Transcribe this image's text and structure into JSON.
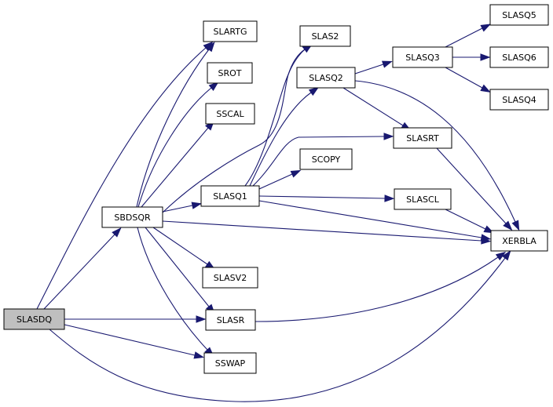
{
  "graph": {
    "nodes": [
      {
        "id": "SLASDQ",
        "label": "SLASDQ",
        "root": true
      },
      {
        "id": "SBDSQR",
        "label": "SBDSQR"
      },
      {
        "id": "SLARTG",
        "label": "SLARTG"
      },
      {
        "id": "SROT",
        "label": "SROT"
      },
      {
        "id": "SSCAL",
        "label": "SSCAL"
      },
      {
        "id": "SLASQ1",
        "label": "SLASQ1"
      },
      {
        "id": "SLASV2",
        "label": "SLASV2"
      },
      {
        "id": "SLASR",
        "label": "SLASR"
      },
      {
        "id": "SSWAP",
        "label": "SSWAP"
      },
      {
        "id": "SLAS2",
        "label": "SLAS2"
      },
      {
        "id": "SLASQ2",
        "label": "SLASQ2"
      },
      {
        "id": "SCOPY",
        "label": "SCOPY"
      },
      {
        "id": "SLASRT",
        "label": "SLASRT"
      },
      {
        "id": "SLASCL",
        "label": "SLASCL"
      },
      {
        "id": "SLASQ3",
        "label": "SLASQ3"
      },
      {
        "id": "SLASQ5",
        "label": "SLASQ5"
      },
      {
        "id": "SLASQ6",
        "label": "SLASQ6"
      },
      {
        "id": "SLASQ4",
        "label": "SLASQ4"
      },
      {
        "id": "XERBLA",
        "label": "XERBLA"
      }
    ],
    "edges": [
      [
        "SLASDQ",
        "SBDSQR"
      ],
      [
        "SLASDQ",
        "SLARTG"
      ],
      [
        "SLASDQ",
        "SLASR"
      ],
      [
        "SLASDQ",
        "SSWAP"
      ],
      [
        "SLASDQ",
        "XERBLA"
      ],
      [
        "SBDSQR",
        "SLARTG"
      ],
      [
        "SBDSQR",
        "SROT"
      ],
      [
        "SBDSQR",
        "SSCAL"
      ],
      [
        "SBDSQR",
        "SLAS2"
      ],
      [
        "SBDSQR",
        "SLASQ1"
      ],
      [
        "SBDSQR",
        "SLASV2"
      ],
      [
        "SBDSQR",
        "SLASR"
      ],
      [
        "SBDSQR",
        "SSWAP"
      ],
      [
        "SBDSQR",
        "XERBLA"
      ],
      [
        "SLASQ1",
        "SLAS2"
      ],
      [
        "SLASQ1",
        "SLASQ2"
      ],
      [
        "SLASQ1",
        "SCOPY"
      ],
      [
        "SLASQ1",
        "SLASRT"
      ],
      [
        "SLASQ1",
        "SLASCL"
      ],
      [
        "SLASQ1",
        "XERBLA"
      ],
      [
        "SLASQ2",
        "SLASQ3"
      ],
      [
        "SLASQ2",
        "SLASRT"
      ],
      [
        "SLASQ2",
        "XERBLA"
      ],
      [
        "SLASQ3",
        "SLASQ5"
      ],
      [
        "SLASQ3",
        "SLASQ6"
      ],
      [
        "SLASQ3",
        "SLASQ4"
      ],
      [
        "SLASRT",
        "XERBLA"
      ],
      [
        "SLASCL",
        "XERBLA"
      ],
      [
        "SLASR",
        "XERBLA"
      ]
    ]
  }
}
